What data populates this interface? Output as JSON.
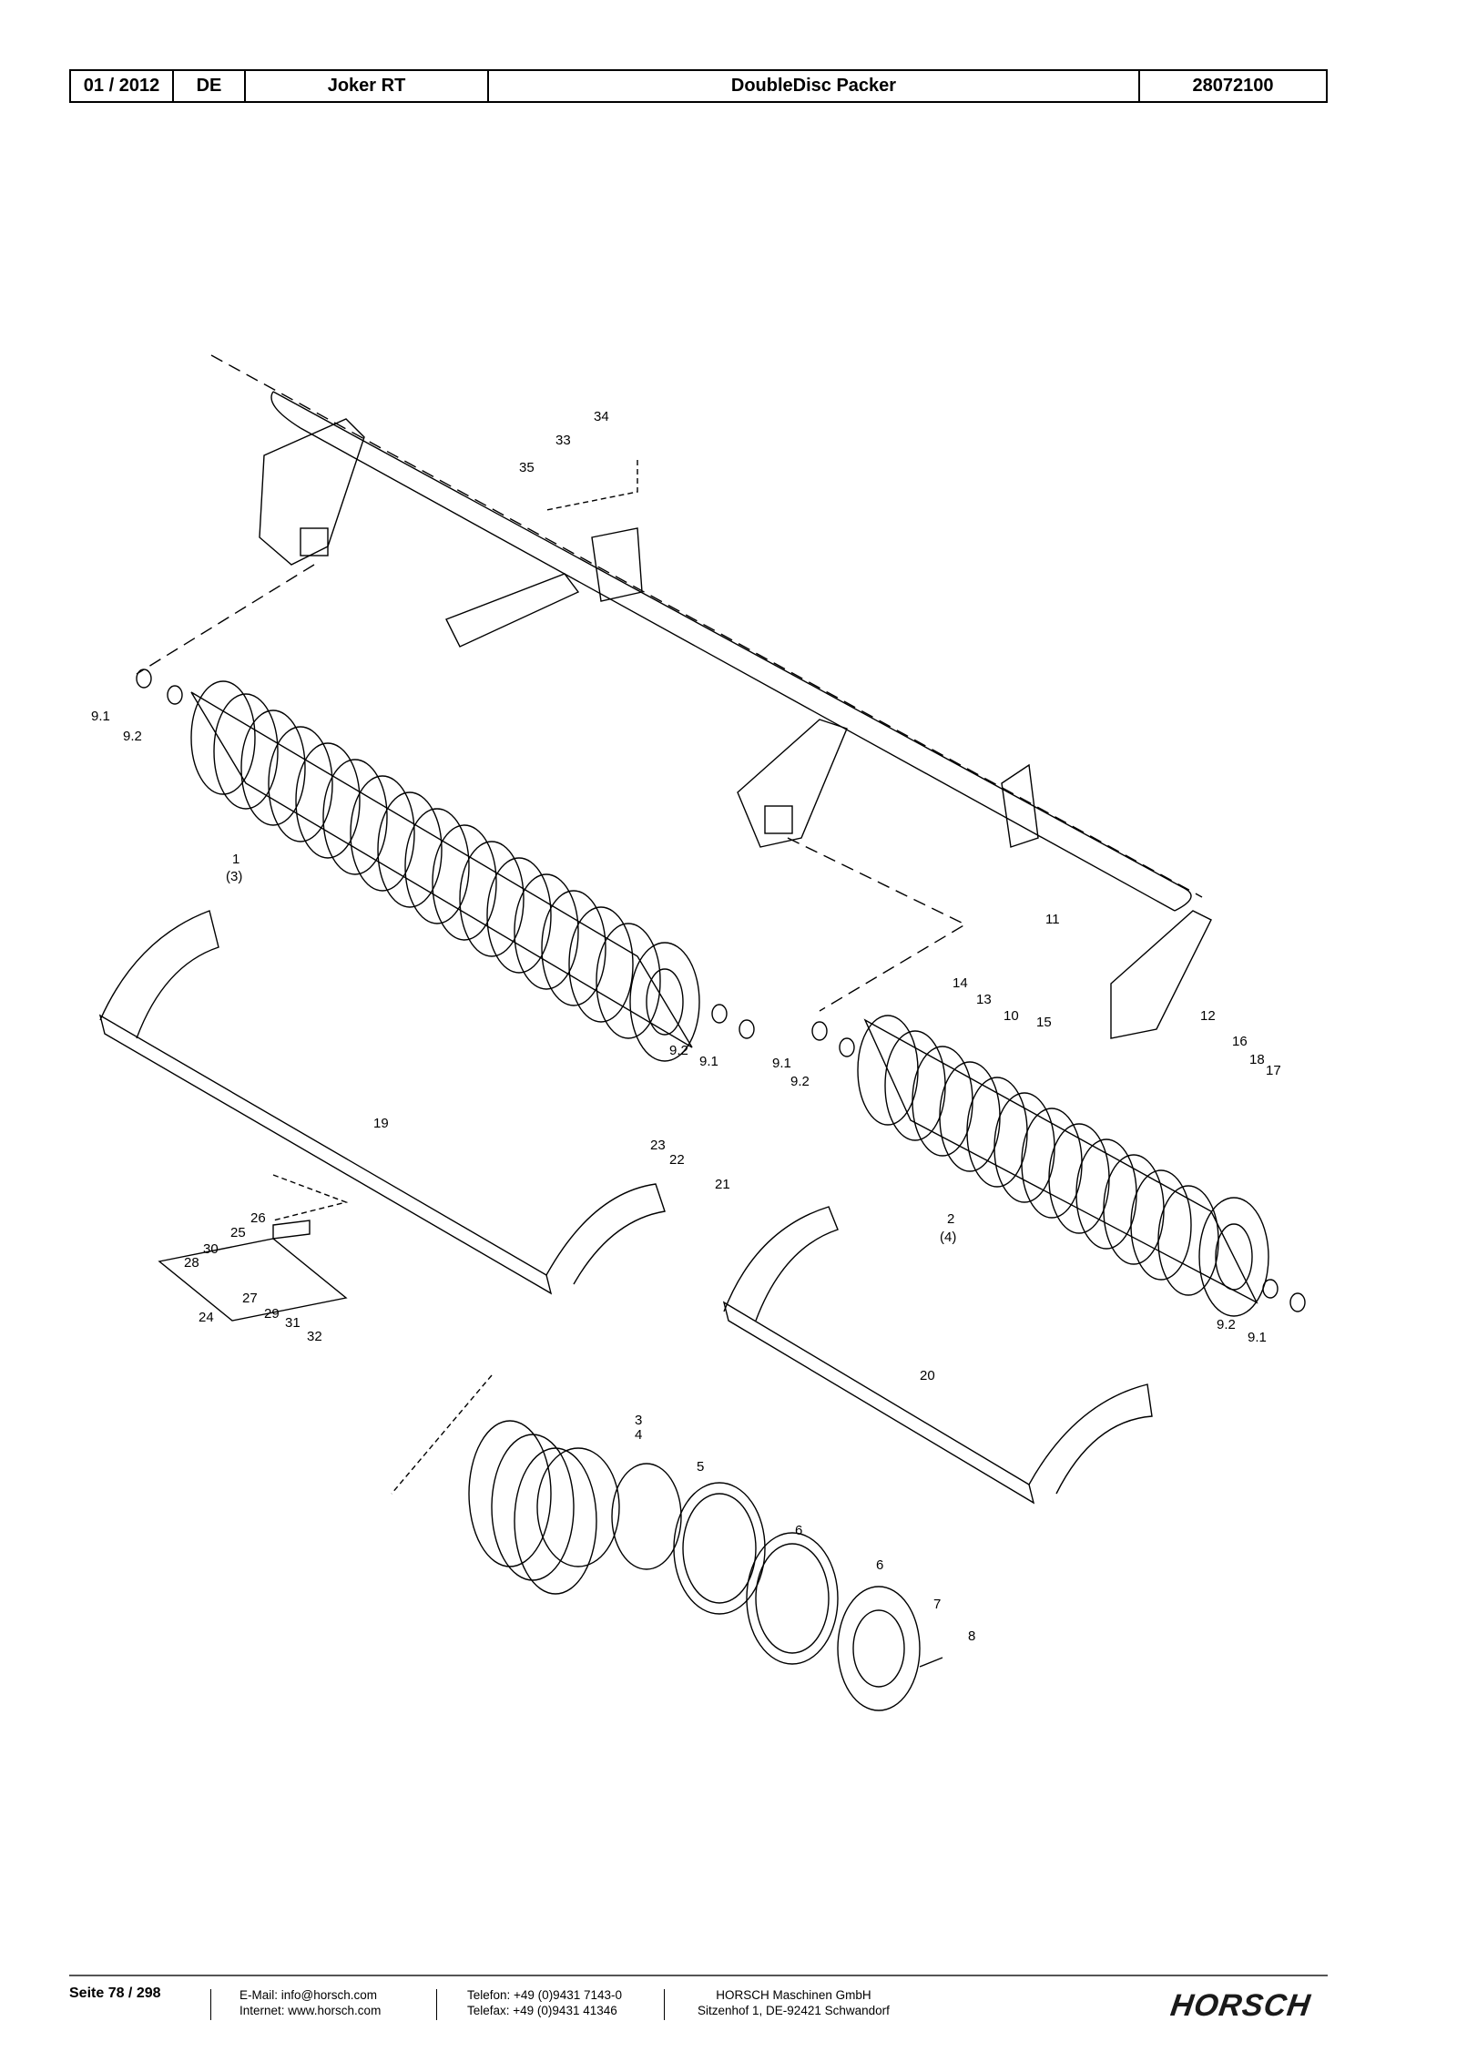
{
  "header": {
    "date": "01 / 2012",
    "lang": "DE",
    "model": "Joker RT",
    "title": "DoubleDisc Packer",
    "number": "28072100"
  },
  "callouts": [
    "34",
    "33",
    "35",
    "9.1",
    "9.2",
    "1",
    "(3)",
    "11",
    "14",
    "13",
    "10",
    "15",
    "12",
    "16",
    "18",
    "17",
    "9.2",
    "9.1",
    "9.1",
    "9.2",
    "19",
    "23",
    "22",
    "21",
    "26",
    "25",
    "30",
    "28",
    "27",
    "29",
    "24",
    "31",
    "32",
    "2",
    "(4)",
    "9.2",
    "9.1",
    "20",
    "3",
    "4",
    "5",
    "6",
    "6",
    "7",
    "8"
  ],
  "footer": {
    "page": "Seite 78 / 298",
    "email": "E-Mail: info@horsch.com",
    "internet": "Internet: www.horsch.com",
    "phone": "Telefon: +49 (0)9431 7143-0",
    "fax": "Telefax: +49 (0)9431 41346",
    "company": "HORSCH Maschinen GmbH",
    "address": "Sitzenhof 1, DE-92421 Schwandorf",
    "logo": "HORSCH"
  }
}
